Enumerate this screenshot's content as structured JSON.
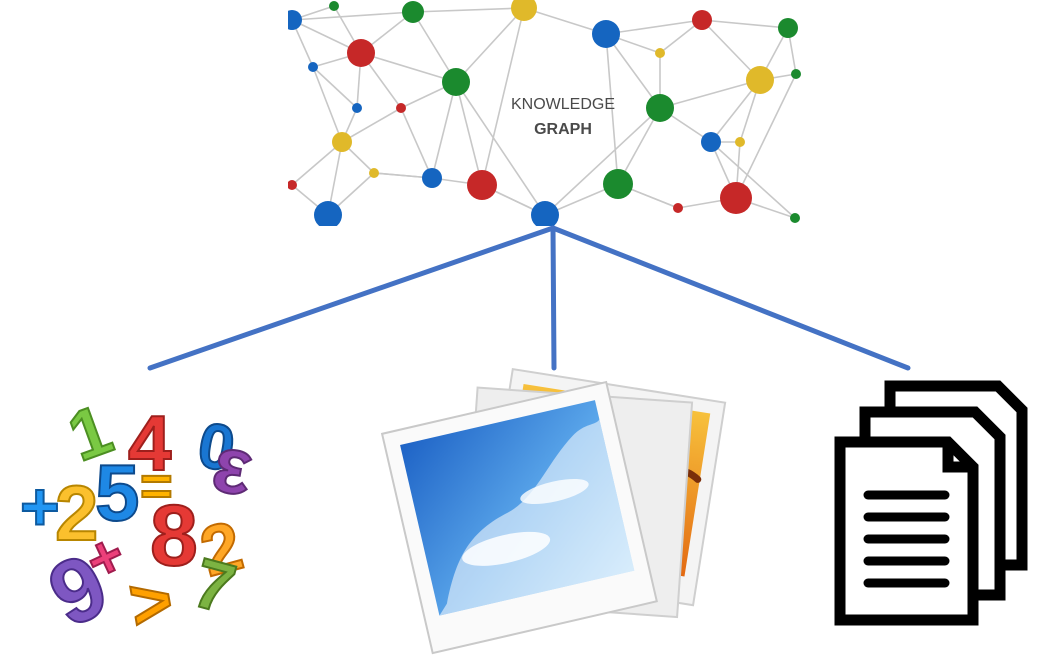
{
  "knowledge_graph": {
    "title_line1": "KNOWLEDGE",
    "title_line2": "GRAPH",
    "node_colors": {
      "blue": "#1565c0",
      "red": "#c62828",
      "green": "#1b8a2e",
      "yellow": "#e0b92a"
    },
    "edge_color": "#c8c8c8"
  },
  "connector": {
    "color": "#4472c4"
  },
  "sources": [
    {
      "id": "numbers",
      "icon": "numbers-icon"
    },
    {
      "id": "images",
      "icon": "photos-icon"
    },
    {
      "id": "documents",
      "icon": "documents-icon"
    }
  ]
}
